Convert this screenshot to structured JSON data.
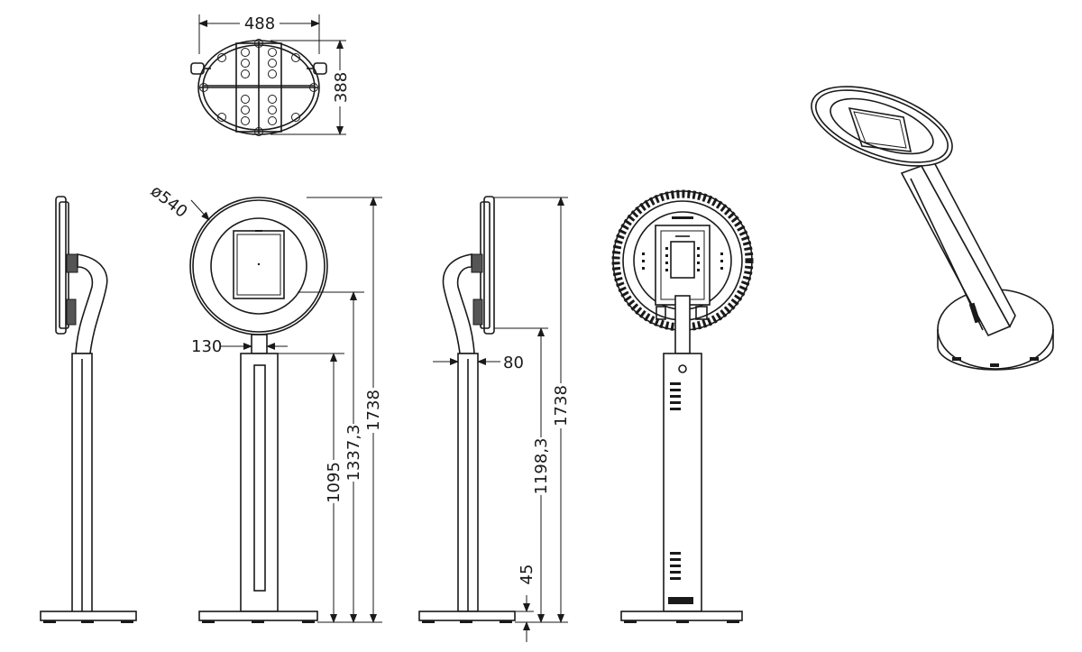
{
  "dimensions": {
    "top_width": "488",
    "top_depth": "388",
    "ring_diameter": "ø540",
    "post_width_front": "130",
    "post_width_side": "80",
    "height_post_front": "1095",
    "height_center_front": "1337,3",
    "height_total_front": "1738",
    "height_center_side": "1198,3",
    "height_total_side": "1738",
    "base_thickness": "45"
  }
}
